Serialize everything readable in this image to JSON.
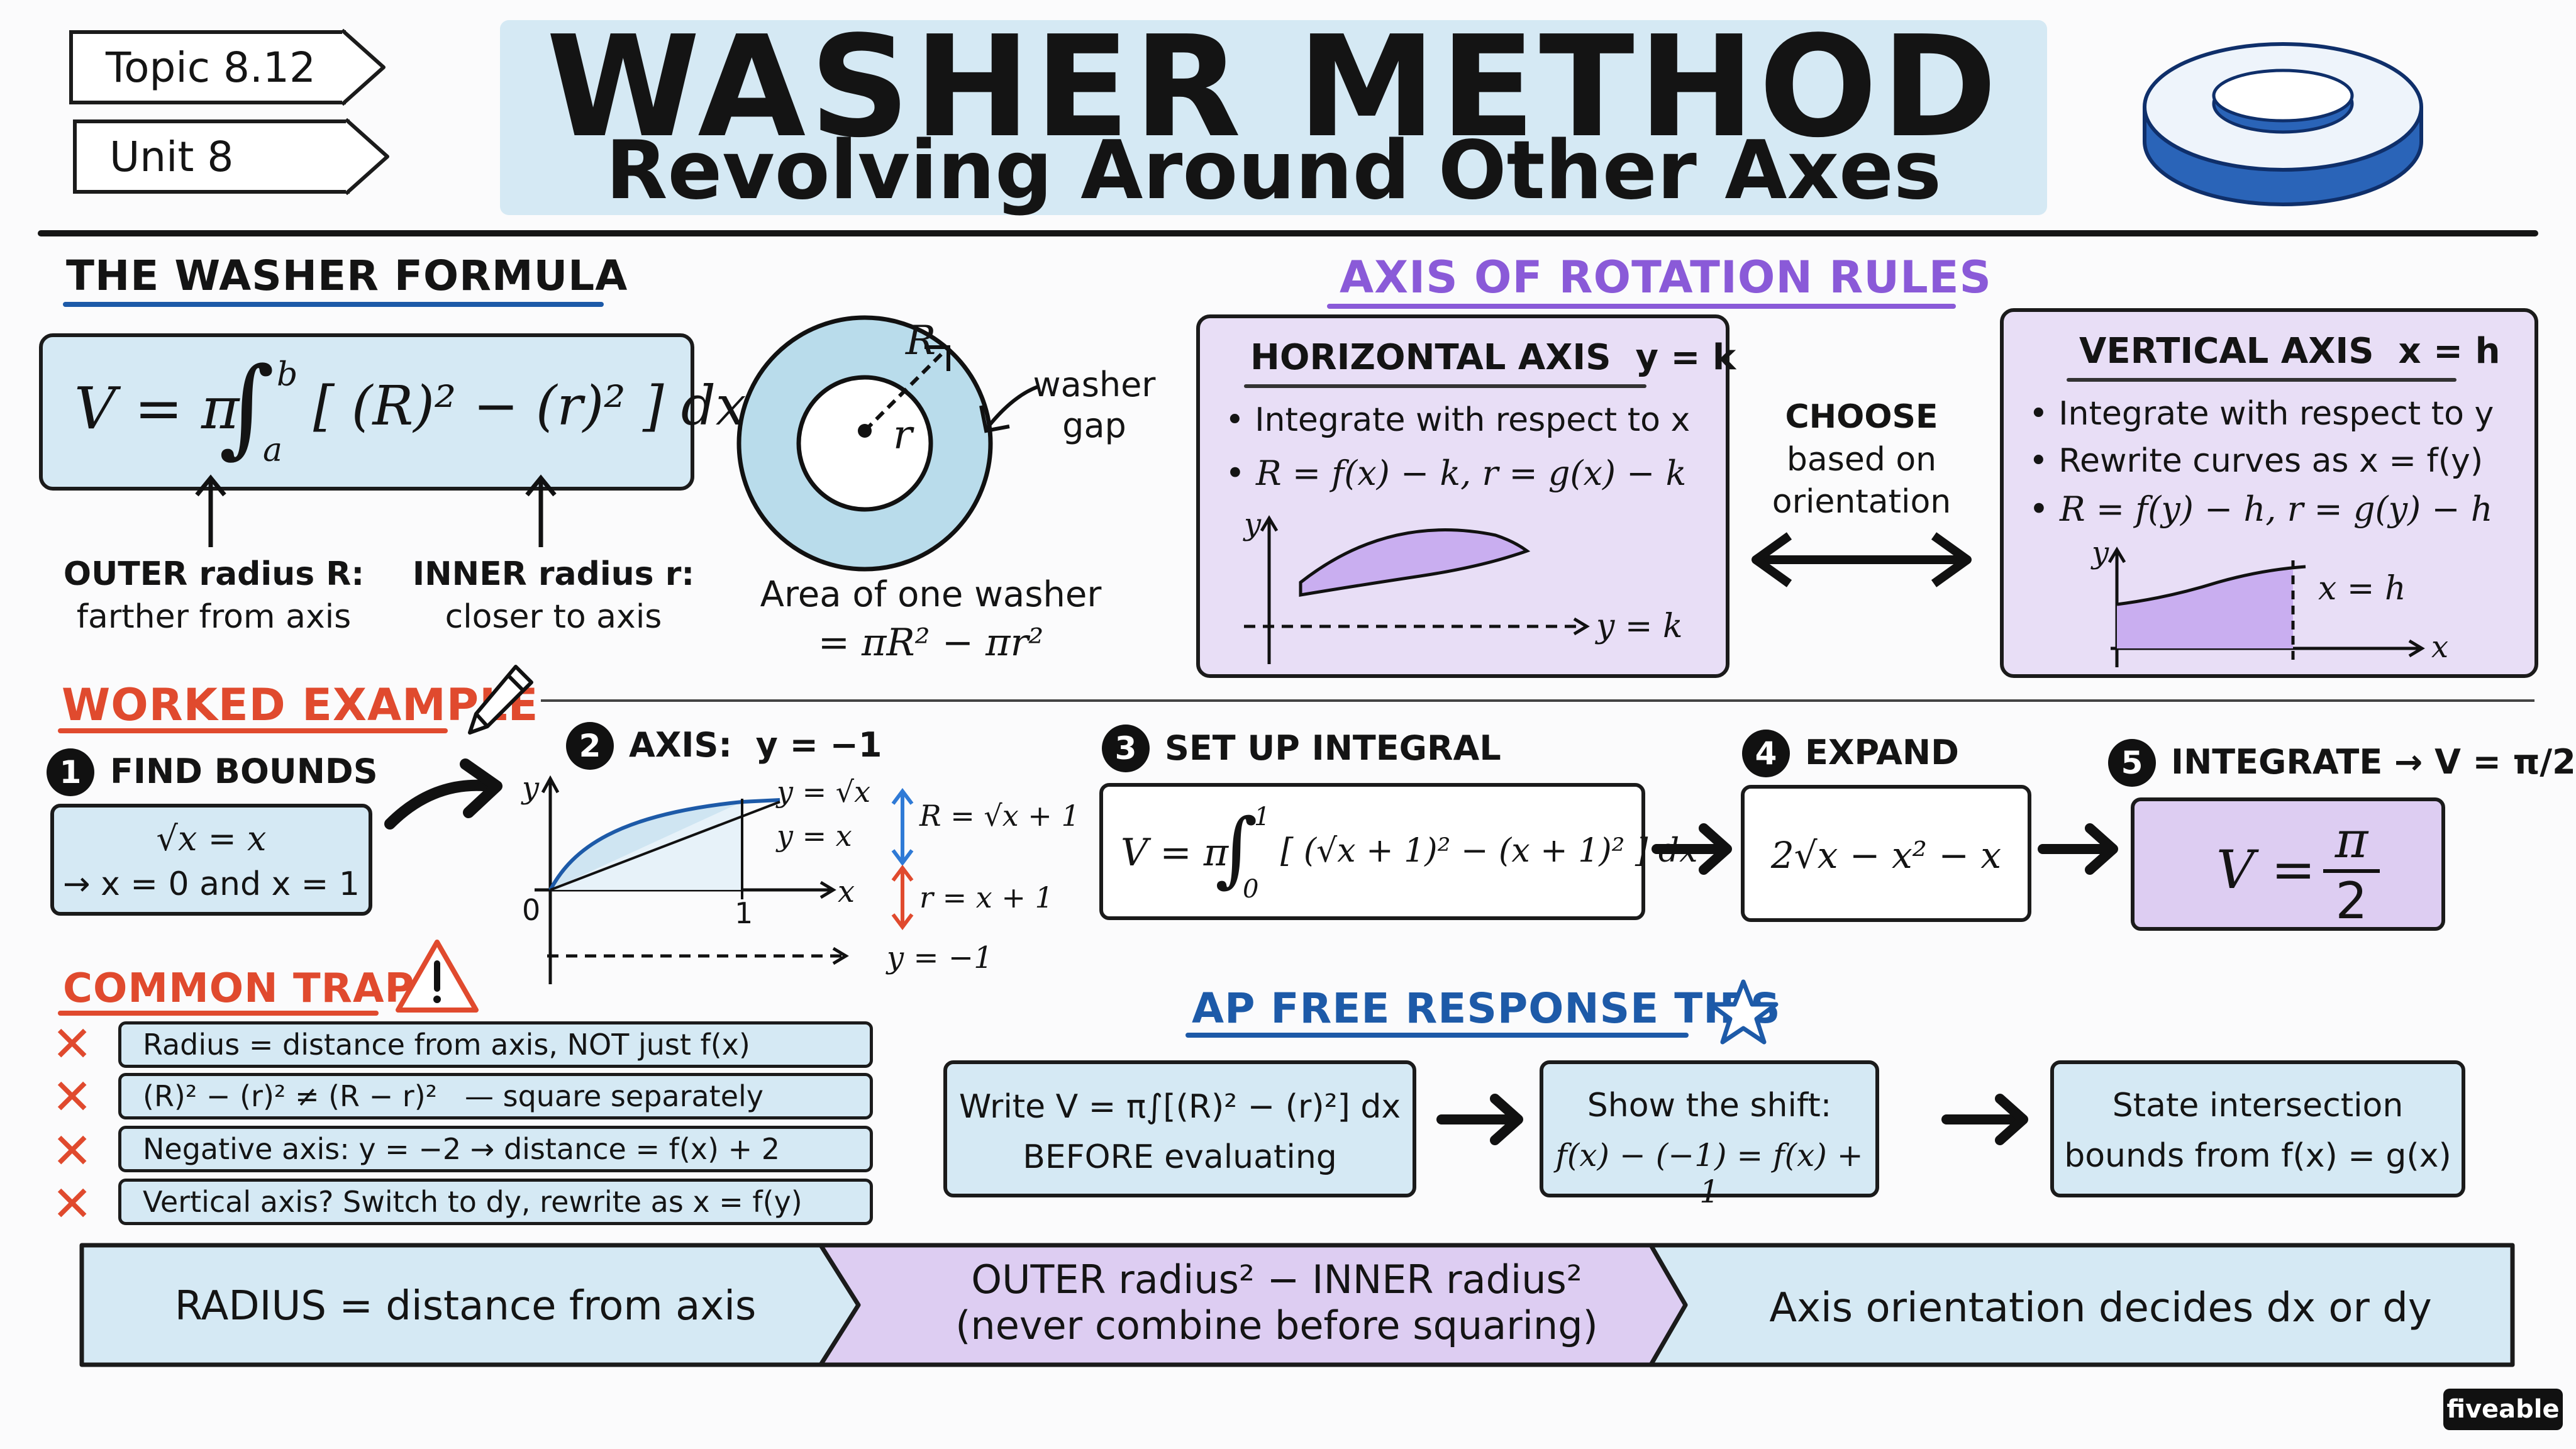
{
  "tags": {
    "topic": "Topic 8.12",
    "unit": "Unit 8"
  },
  "title": {
    "main": "WASHER METHOD",
    "sub": "Revolving Around Other Axes"
  },
  "formula": {
    "heading": "THE WASHER FORMULA",
    "v": "V = π",
    "bracket": "[ (R)² − (r)² ] dx",
    "lower": "a",
    "upper": "b",
    "outer_label": "OUTER radius R:",
    "outer_desc": "farther from axis",
    "inner_label": "INNER radius r:",
    "inner_desc": "closer to axis"
  },
  "washer": {
    "R": "R",
    "r": "r",
    "gap_label": "washer gap",
    "area_line1": "Area of one washer",
    "area_line2": "= πR² − πr²"
  },
  "axis_rules": {
    "heading": "AXIS OF ROTATION RULES",
    "horizontal": {
      "title": "HORIZONTAL AXIS  y = k",
      "items": [
        "Integrate with respect to x",
        "R = f(x) − k,  r = g(x) − k"
      ],
      "y": "y",
      "axis_label": "y = k"
    },
    "choose": [
      "CHOOSE",
      "based on",
      "orientation"
    ],
    "vertical": {
      "title": "VERTICAL AXIS  x = h",
      "items": [
        "Integrate with respect to y",
        "Rewrite curves as x = f(y)",
        "R = f(y) − h,  r = g(y) − h"
      ],
      "y": "y",
      "x": "x",
      "axis_label": "x = h"
    }
  },
  "worked": {
    "heading": "WORKED EXAMPLE",
    "s1": {
      "num": "1",
      "title": "FIND BOUNDS",
      "l1": "√x = x",
      "l2": "→ x = 0 and x = 1"
    },
    "s2": {
      "num": "2",
      "title": "AXIS:  y = −1",
      "y": "y",
      "x": "x",
      "zero": "0",
      "one": "1",
      "c1": "y = √x",
      "c2": "y = x",
      "R": "R = √x + 1",
      "r": "r = x + 1",
      "axis": "y = −1"
    },
    "s3": {
      "num": "3",
      "title": "SET UP INTEGRAL",
      "v": "V = π",
      "lower": "0",
      "upper": "1",
      "bracket": "[ (√x + 1)² − (x + 1)² ] dx"
    },
    "s4": {
      "num": "4",
      "title": "EXPAND",
      "expr": "2√x − x² − x"
    },
    "s5": {
      "num": "5",
      "title": "INTEGRATE → V = π/2",
      "v": "V =",
      "num_val": "π",
      "den_val": "2"
    }
  },
  "traps": {
    "heading": "COMMON TRAPS",
    "items": [
      "Radius = distance from axis, NOT just f(x)",
      "(R)² − (r)² ≠ (R − r)²   — square separately",
      "Negative axis: y = −2 → distance = f(x) + 2",
      "Vertical axis? Switch to dy, rewrite as x = f(y)"
    ]
  },
  "frq": {
    "heading": "AP FREE RESPONSE TIPS",
    "tip1a": "Write V = π∫[(R)² − (r)²] dx",
    "tip1b": "BEFORE evaluating",
    "tip2a": "Show the shift:",
    "tip2b": "f(x) − (−1) = f(x) + 1",
    "tip3a": "State intersection",
    "tip3b": "bounds from f(x) = g(x)"
  },
  "banner": {
    "left": "RADIUS = distance from axis",
    "mid1": "OUTER radius² − INNER radius²",
    "mid2": "(never combine before squaring)",
    "right": "Axis orientation decides dx or dy"
  },
  "brand": "fiveable",
  "colors": {
    "blue": "#d5e9f4",
    "purple": "#e8def6",
    "accent_red": "#e04a2e",
    "accent_purple": "#8a5ad8",
    "accent_blue": "#1d5aa8"
  }
}
